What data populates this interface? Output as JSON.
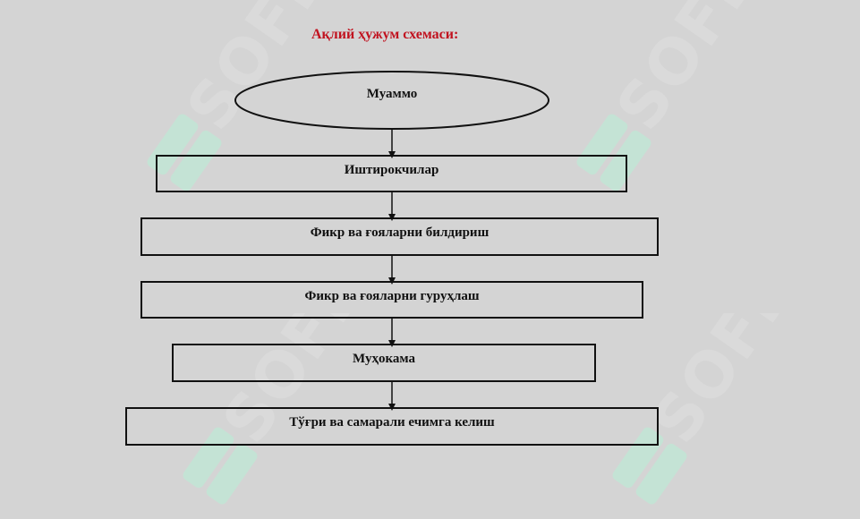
{
  "title": "Ақлий ҳужум схемаси:",
  "nodes": [
    {
      "id": "problem",
      "label": "Муаммо",
      "shape": "ellipse"
    },
    {
      "id": "participants",
      "label": "Иштирокчилар",
      "shape": "rect"
    },
    {
      "id": "express",
      "label": "Фикр ва ғояларни билдириш",
      "shape": "rect"
    },
    {
      "id": "group",
      "label": "Фикр ва ғояларни гуруҳлаш",
      "shape": "rect"
    },
    {
      "id": "discuss",
      "label": "Муҳокама",
      "shape": "rect"
    },
    {
      "id": "solution",
      "label": "Тўғри ва самарали ечимга келиш",
      "shape": "rect"
    }
  ],
  "edges": [
    {
      "from": "problem",
      "to": "participants"
    },
    {
      "from": "participants",
      "to": "express"
    },
    {
      "from": "express",
      "to": "group"
    },
    {
      "from": "group",
      "to": "discuss"
    },
    {
      "from": "discuss",
      "to": "solution"
    }
  ],
  "colors": {
    "background": "#d4d4d4",
    "title": "#c1121f",
    "stroke": "#111111",
    "watermark": "#e6e6e6",
    "logo": "#b8f0d6"
  },
  "watermark": {
    "text": "SOFF"
  }
}
